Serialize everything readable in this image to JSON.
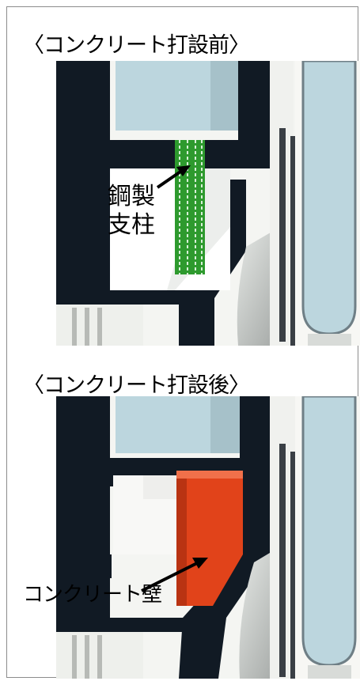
{
  "sections": [
    {
      "title": "〈コンクリート打設前〉",
      "callout": [
        "鋼製",
        "支柱"
      ]
    },
    {
      "title": "〈コンクリート打設後〉",
      "callout": "コンクリート壁"
    }
  ],
  "colors": {
    "frame": "#111a24",
    "steel_column": "#2e9a2e",
    "concrete_wall": "#e1431a",
    "glass": "#bcd6de"
  }
}
